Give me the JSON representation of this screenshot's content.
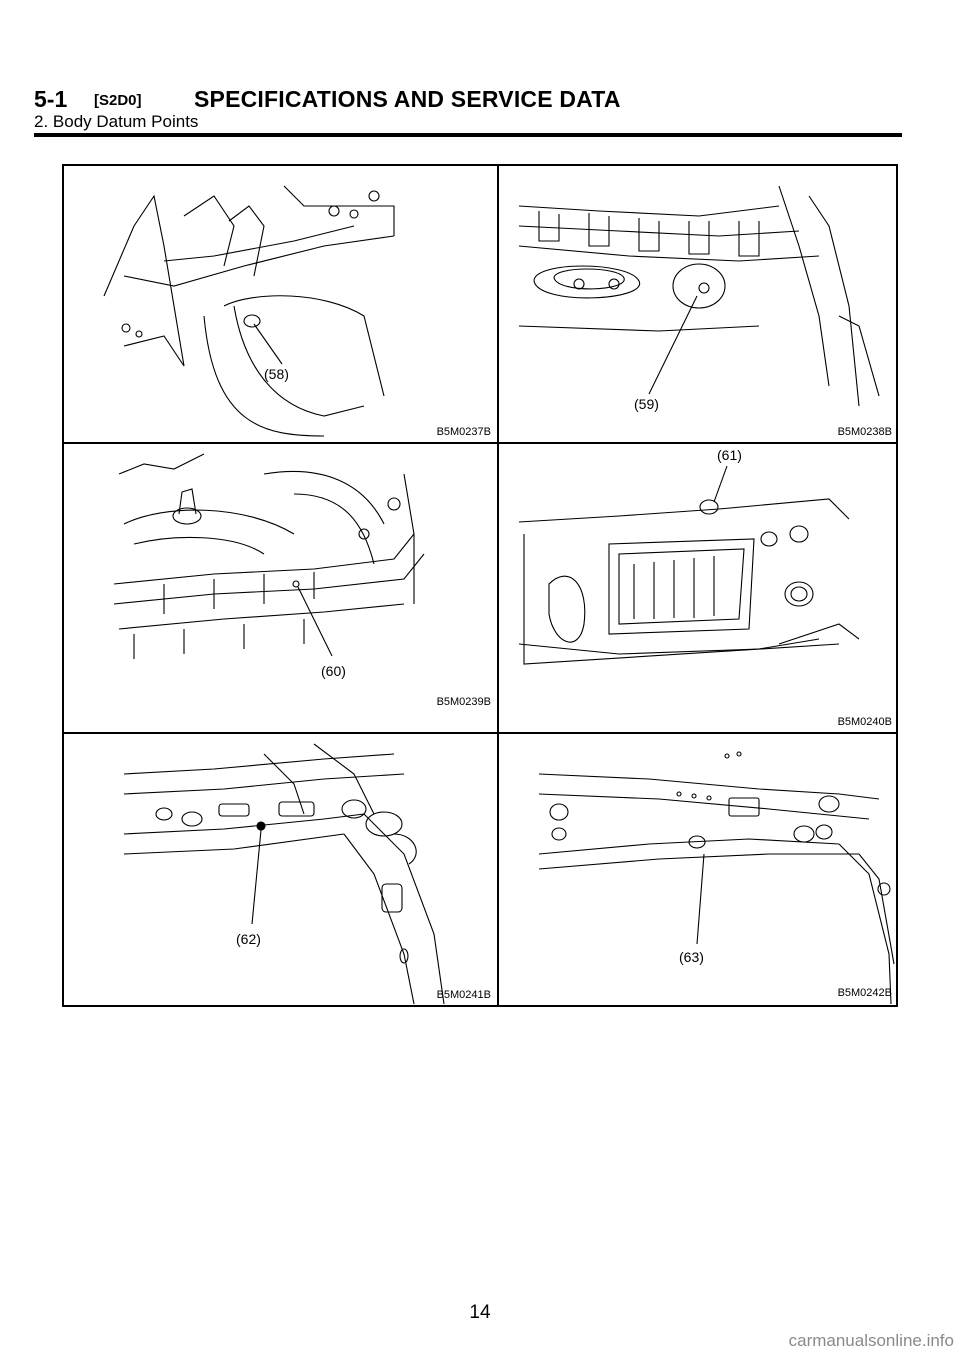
{
  "header": {
    "section": "5-1",
    "code": "[S2D0]",
    "title": "SPECIFICATIONS AND SERVICE DATA",
    "subtitle": "2. Body Datum Points"
  },
  "figures": [
    {
      "callout": "(58)",
      "code": "B5M0237B"
    },
    {
      "callout": "(59)",
      "code": "B5M0238B"
    },
    {
      "callout": "(60)",
      "code": "B5M0239B"
    },
    {
      "callout": "(61)",
      "code": "B5M0240B"
    },
    {
      "callout": "(62)",
      "code": "B5M0241B"
    },
    {
      "callout": "(63)",
      "code": "B5M0242B"
    }
  ],
  "page_number": "14",
  "watermark": "carmanualsonline.info"
}
